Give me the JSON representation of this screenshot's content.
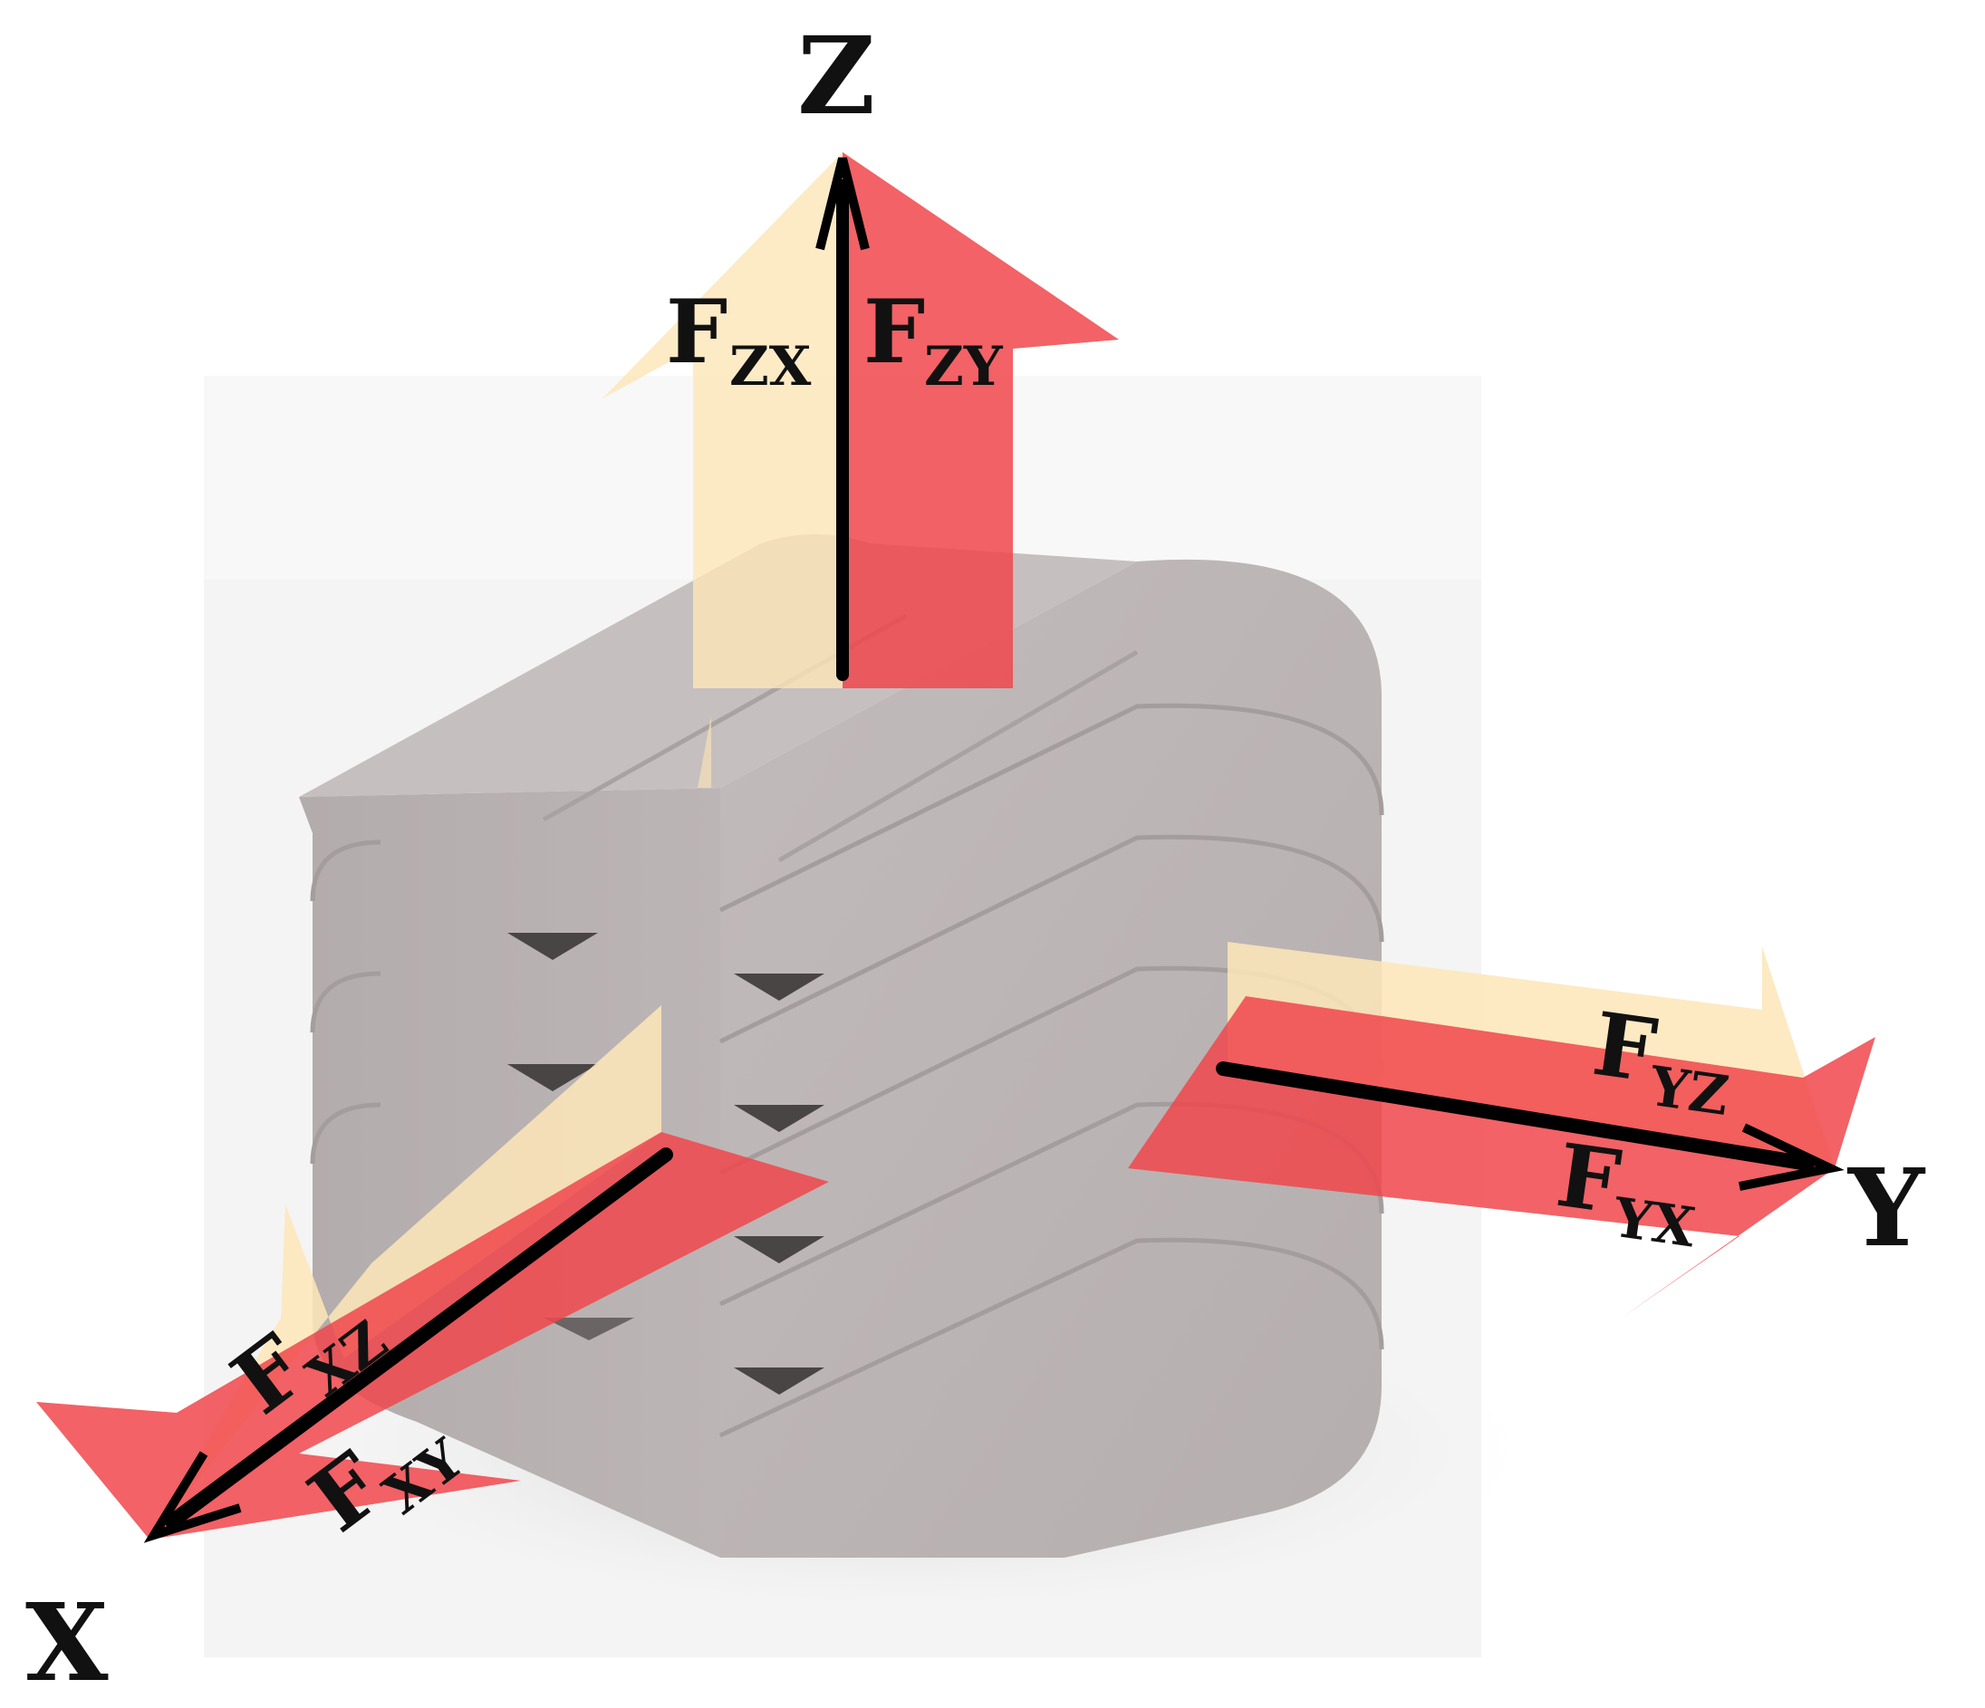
{
  "axes": {
    "x": "X",
    "y": "Y",
    "z": "Z"
  },
  "forces": {
    "zx": {
      "main": "F",
      "sub": "ZX"
    },
    "zy": {
      "main": "F",
      "sub": "ZY"
    },
    "yz": {
      "main": "F",
      "sub": "YZ"
    },
    "yx": {
      "main": "F",
      "sub": "YX"
    },
    "xz": {
      "main": "F",
      "sub": "XZ"
    },
    "xy": {
      "main": "F",
      "sub": "XY"
    }
  },
  "colors": {
    "red_arrow": "#f0474b",
    "cream_arrow": "#fde6b8",
    "block_front": "#b7b0b0",
    "block_side": "#bdb5b5",
    "block_top": "#c5bebe",
    "axis_line": "#000000"
  }
}
